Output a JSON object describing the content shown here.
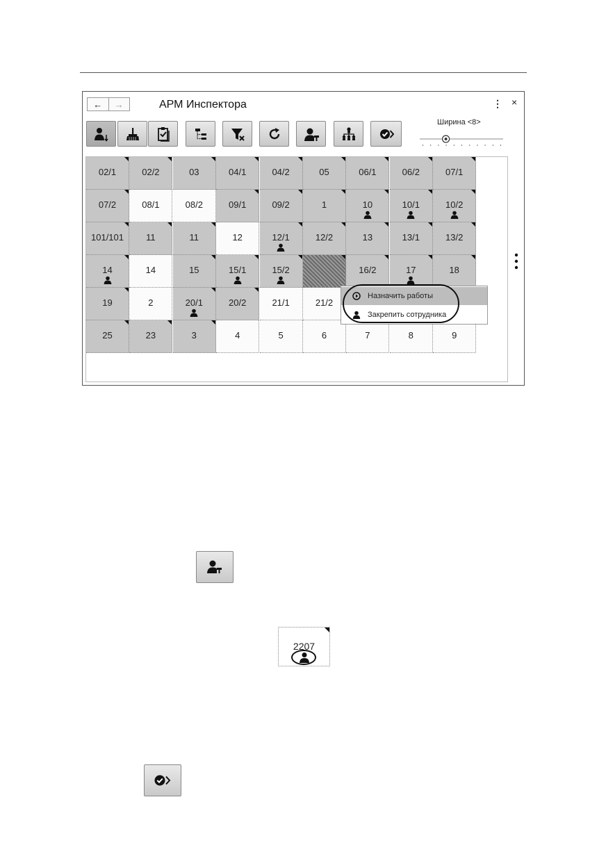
{
  "window": {
    "title": "АРМ Инспектора",
    "nav_back": "←",
    "nav_forward": "→",
    "menu_glyph": "⋮",
    "close_glyph": "×"
  },
  "toolbar": [
    {
      "name": "assign-employee-button",
      "icon": "person-sort-icon",
      "pressed": true
    },
    {
      "name": "cleaning-button",
      "icon": "broom-icon",
      "pressed": false
    },
    {
      "name": "checklist-button",
      "icon": "clipboard-check-icon",
      "pressed": false
    },
    {
      "name": "tree-view-button",
      "icon": "tree-list-icon",
      "pressed": false
    },
    {
      "name": "clear-filter-button",
      "icon": "filter-clear-icon",
      "pressed": false
    },
    {
      "name": "refresh-button",
      "icon": "refresh-icon",
      "pressed": false
    },
    {
      "name": "pin-employee-button",
      "icon": "person-pin-icon",
      "pressed": false
    },
    {
      "name": "hierarchy-button",
      "icon": "hierarchy-icon",
      "pressed": false
    },
    {
      "name": "complete-button",
      "icon": "check-next-icon",
      "pressed": false
    }
  ],
  "width_control": {
    "label": "Ширина <8>",
    "level": 3,
    "max": 10
  },
  "grid": {
    "cells": [
      {
        "label": "02/1",
        "shade": "g",
        "person": false
      },
      {
        "label": "02/2",
        "shade": "g",
        "person": false
      },
      {
        "label": "03",
        "shade": "g",
        "person": false
      },
      {
        "label": "04/1",
        "shade": "g",
        "person": false
      },
      {
        "label": "04/2",
        "shade": "g",
        "person": false
      },
      {
        "label": "05",
        "shade": "g",
        "person": false
      },
      {
        "label": "06/1",
        "shade": "g",
        "person": false
      },
      {
        "label": "06/2",
        "shade": "g",
        "person": false
      },
      {
        "label": "07/1",
        "shade": "g",
        "person": false
      },
      {
        "label": "07/2",
        "shade": "g",
        "person": false
      },
      {
        "label": "08/1",
        "shade": "w",
        "person": false
      },
      {
        "label": "08/2",
        "shade": "w",
        "person": false
      },
      {
        "label": "09/1",
        "shade": "g",
        "person": false
      },
      {
        "label": "09/2",
        "shade": "g",
        "person": false
      },
      {
        "label": "1",
        "shade": "g",
        "person": false
      },
      {
        "label": "10",
        "shade": "g",
        "person": true
      },
      {
        "label": "10/1",
        "shade": "g",
        "person": true
      },
      {
        "label": "10/2",
        "shade": "g",
        "person": true
      },
      {
        "label": "101/101",
        "shade": "g",
        "person": false
      },
      {
        "label": "11",
        "shade": "g",
        "person": false
      },
      {
        "label": "11",
        "shade": "g",
        "person": false
      },
      {
        "label": "12",
        "shade": "w",
        "person": false
      },
      {
        "label": "12/1",
        "shade": "g",
        "person": true
      },
      {
        "label": "12/2",
        "shade": "g",
        "person": false
      },
      {
        "label": "13",
        "shade": "g",
        "person": false
      },
      {
        "label": "13/1",
        "shade": "g",
        "person": false
      },
      {
        "label": "13/2",
        "shade": "g",
        "person": false
      },
      {
        "label": "14",
        "shade": "g",
        "person": true
      },
      {
        "label": "14",
        "shade": "w",
        "person": false
      },
      {
        "label": "15",
        "shade": "g",
        "person": false
      },
      {
        "label": "15/1",
        "shade": "g",
        "person": true
      },
      {
        "label": "15/2",
        "shade": "g",
        "person": true
      },
      {
        "label": "",
        "shade": "sel",
        "person": false
      },
      {
        "label": "16/2",
        "shade": "g",
        "person": false
      },
      {
        "label": "17",
        "shade": "g",
        "person": true
      },
      {
        "label": "18",
        "shade": "g",
        "person": false
      },
      {
        "label": "19",
        "shade": "g",
        "person": false
      },
      {
        "label": "2",
        "shade": "w",
        "person": false
      },
      {
        "label": "20/1",
        "shade": "g",
        "person": true
      },
      {
        "label": "20/2",
        "shade": "g",
        "person": false
      },
      {
        "label": "21/1",
        "shade": "w",
        "person": false
      },
      {
        "label": "21/2",
        "shade": "w",
        "person": false
      },
      {
        "label": "",
        "shade": "w",
        "person": false
      },
      {
        "label": "",
        "shade": "w",
        "person": false
      },
      {
        "label": "",
        "shade": "w",
        "person": false
      },
      {
        "label": "25",
        "shade": "g",
        "person": false
      },
      {
        "label": "23",
        "shade": "g",
        "person": false
      },
      {
        "label": "3",
        "shade": "g",
        "person": false
      },
      {
        "label": "4",
        "shade": "w",
        "person": false
      },
      {
        "label": "5",
        "shade": "w",
        "person": false
      },
      {
        "label": "6",
        "shade": "w",
        "person": false
      },
      {
        "label": "7",
        "shade": "w",
        "person": false
      },
      {
        "label": "8",
        "shade": "w",
        "person": false
      },
      {
        "label": "9",
        "shade": "w",
        "person": false
      }
    ]
  },
  "context_menu": {
    "items": [
      {
        "label": "Назначить работы",
        "icon": "play-circle-icon",
        "highlighted": true
      },
      {
        "label": "Закрепить сотрудника",
        "icon": "person-icon",
        "highlighted": false
      }
    ]
  },
  "samples": {
    "room_label": "2207"
  }
}
